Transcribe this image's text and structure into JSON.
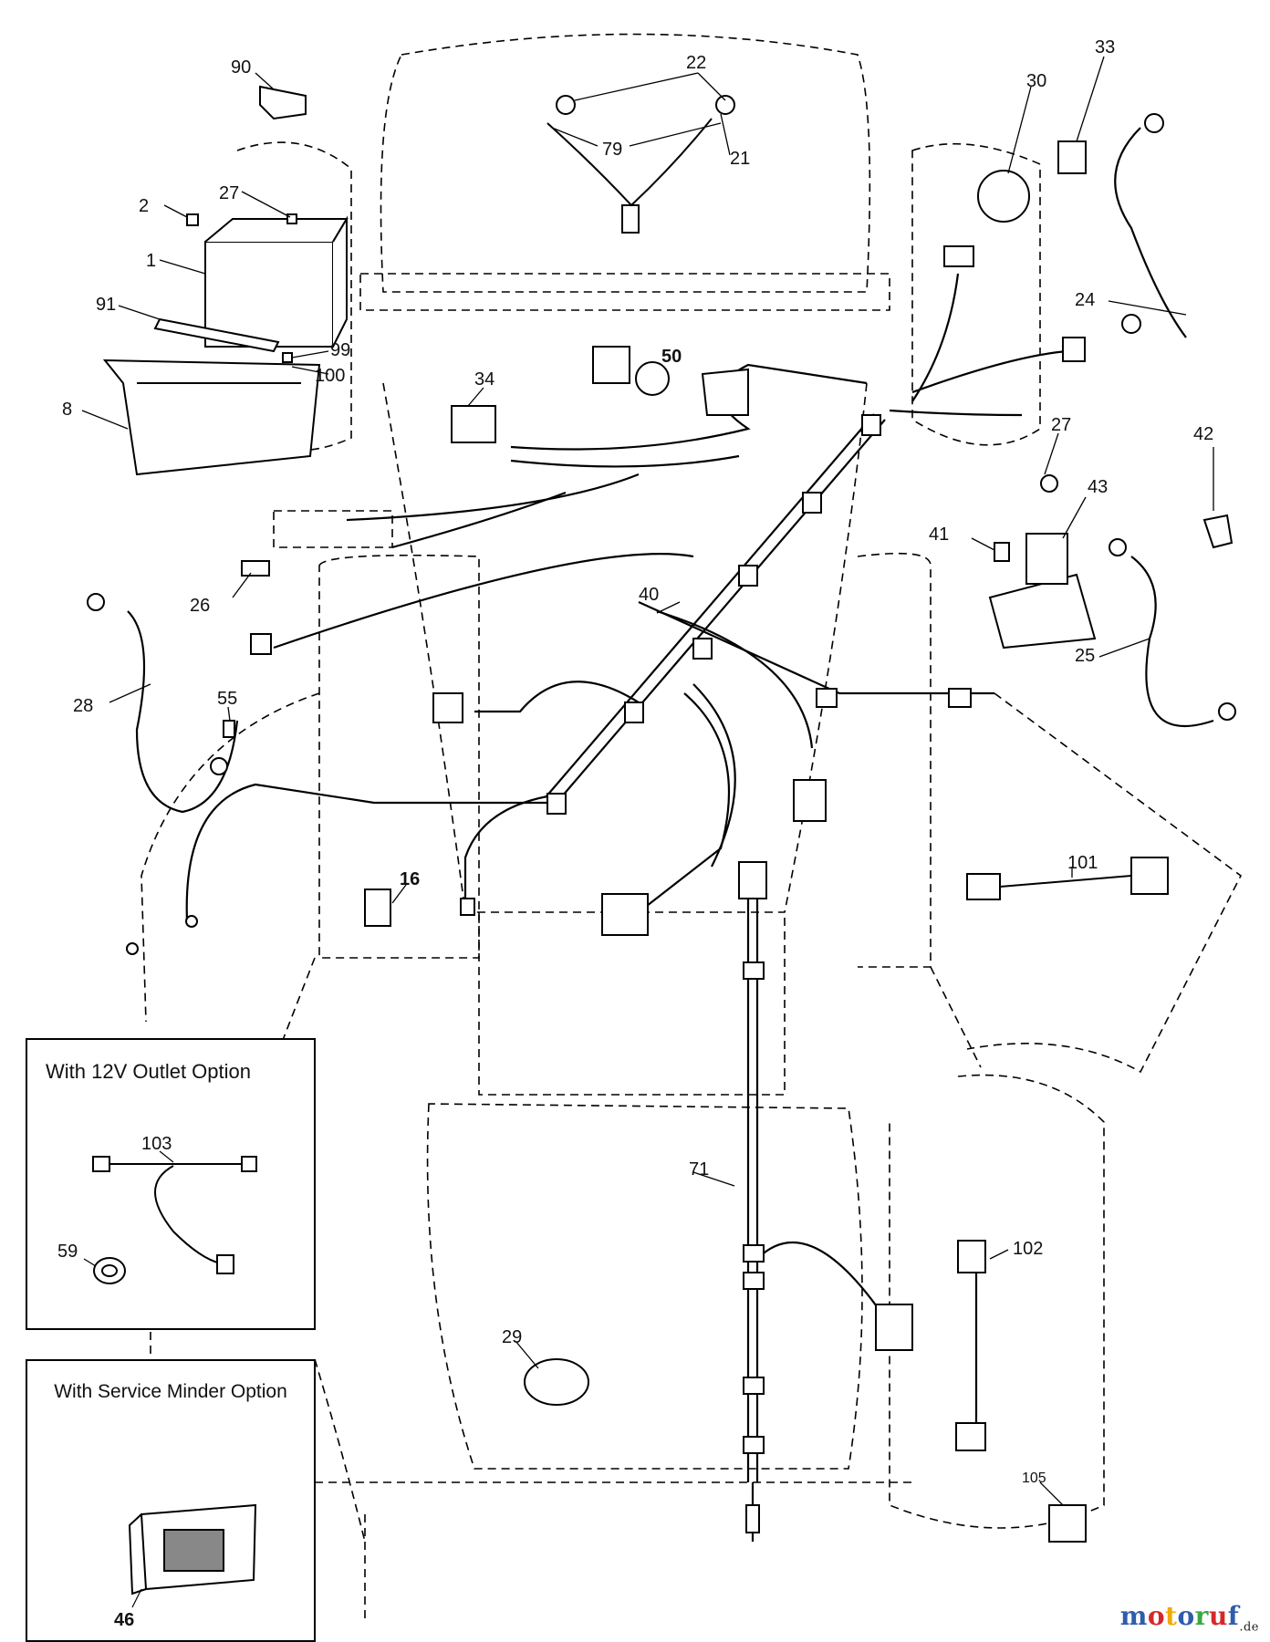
{
  "callouts": [
    "90",
    "27",
    "2",
    "1",
    "91",
    "8",
    "99",
    "100",
    "22",
    "79",
    "21",
    "30",
    "33",
    "24",
    "50",
    "34",
    "27",
    "42",
    "43",
    "41",
    "26",
    "40",
    "25",
    "28",
    "55",
    "16",
    "101",
    "71",
    "29",
    "102",
    "105",
    "103",
    "59",
    "46"
  ],
  "options": {
    "outlet_title": "With 12V Outlet Option",
    "outlet_callouts": [
      "103",
      "59"
    ],
    "minder_title": "With Service Minder Option",
    "minder_callouts": [
      "46"
    ]
  },
  "watermark": {
    "brand": "motoruf",
    "suffix": ".de",
    "colors": [
      "#2f5cad",
      "#d62828",
      "#f2a900",
      "#2f5cad",
      "#39a845",
      "#d62828",
      "#2f5cad"
    ]
  }
}
